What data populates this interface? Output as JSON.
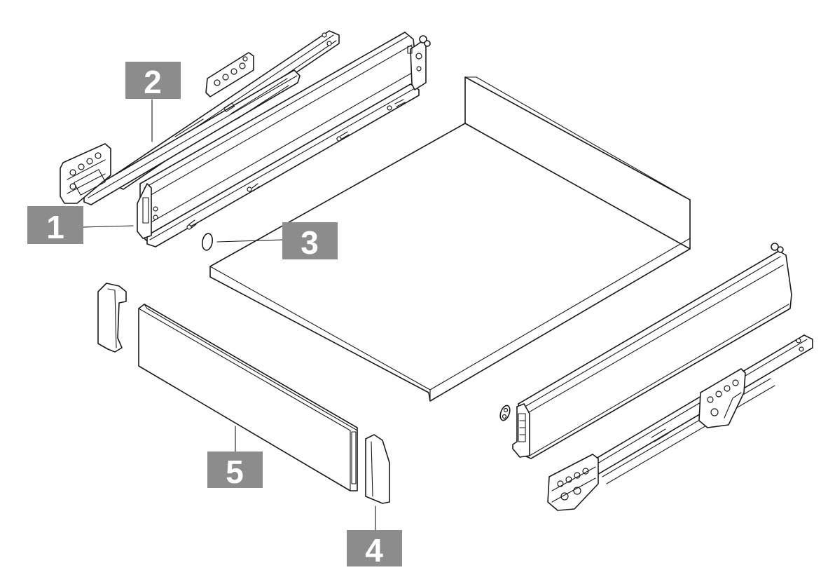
{
  "callouts": {
    "one": "1",
    "two": "2",
    "three": "3",
    "four": "4",
    "five": "5"
  },
  "colors": {
    "callout_bg": "#8c8c8c",
    "callout_text": "#ffffff",
    "line": "#1a1a1a"
  }
}
